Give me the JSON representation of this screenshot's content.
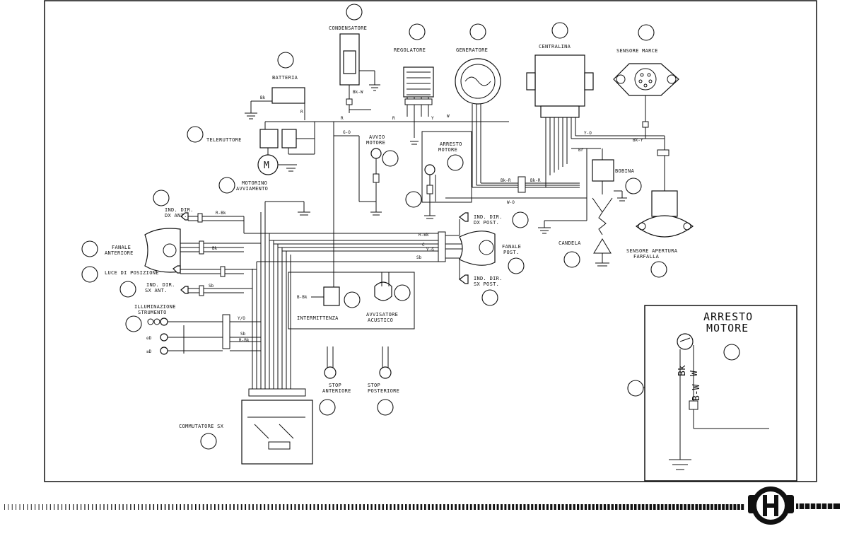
{
  "labels": {
    "condensatore": "CONDENSATORE",
    "regolatore": "REGOLATORE",
    "generatore": "GENERATORE",
    "centralina": "CENTRALINA",
    "sensore_marce": "SENSORE MARCE",
    "batteria": "BATTERIA",
    "teleruttore": "TELERUTTORE",
    "motorino_1": "MOTORINO",
    "motorino_2": "AVVIAMENTO",
    "avvio_1": "AVVIO",
    "avvio_2": "MOTORE",
    "arresto_1": "ARRESTO",
    "arresto_2": "MOTORE",
    "bobina": "BOBINA",
    "candela": "CANDELA",
    "sensore_apertura_1": "SENSORE APERTURA",
    "sensore_apertura_2": "FARFALLA",
    "ind_dx_ant_1": "IND. DIR.",
    "ind_dx_ant_2": "DX ANT.",
    "fanale_ant_1": "FANALE",
    "fanale_ant_2": "ANTERIORE",
    "luce_posizione": "LUCE DI POSIZIONE",
    "ind_sx_ant_1": "IND. DIR.",
    "ind_sx_ant_2": "SX ANT.",
    "illuminazione_1": "ILLUMINAZIONE",
    "illuminazione_2": "STRUMENTO",
    "ind_dx_post_1": "IND. DIR.",
    "ind_dx_post_2": "DX POST.",
    "fanale_post_1": "FANALE",
    "fanale_post_2": "POST.",
    "ind_sx_post_1": "IND. DIR.",
    "ind_sx_post_2": "SX POST.",
    "intermittenza": "INTERMITTENZA",
    "avvisatore_1": "AVVISATORE",
    "avvisatore_2": "ACUSTICO",
    "stop_ant_1": "STOP",
    "stop_ant_2": "ANTERIORE",
    "stop_post_1": "STOP",
    "stop_post_2": "POSTERIORE",
    "commutatore": "COMMUTATORE SX"
  },
  "wire_codes": {
    "bk": "Bk",
    "r": "R",
    "bk_w": "Bk-W",
    "g_o": "G-O",
    "w": "W",
    "y": "Y",
    "bk_r": "Bk-R",
    "w_o": "W-O",
    "y_o": "Y-O",
    "bk_y": "Bk-Y",
    "r_bk": "R-Bk",
    "br": "Br",
    "c": "C",
    "y_g": "Y-G",
    "sb": "Sb",
    "b_bk": "B-Bk",
    "b": "B",
    "y_o2": "Y/O"
  },
  "inset": {
    "title_1": "ARRESTO",
    "title_2": "MOTORE",
    "wire_1": "Bk",
    "wire_2": "W",
    "wire_3": "B-W"
  }
}
